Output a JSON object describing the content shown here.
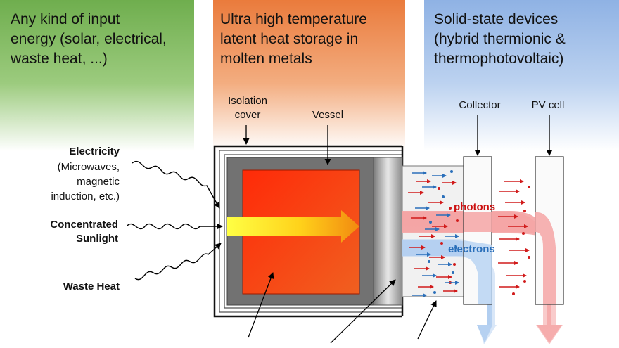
{
  "headers": {
    "input": "Any kind of input\nenergy (solar, electrical,\nwaste heat, ...)",
    "storage": "Ultra high temperature\nlatent heat storage in\nmolten metals",
    "devices": "Solid-state devices\n(hybrid thermionic &\nthermophotovoltaic)"
  },
  "labels": {
    "isolation_cover": "Isolation\ncover",
    "vessel": "Vessel",
    "collector": "Collector",
    "pv_cell": "PV cell",
    "electricity_title": "Electricity",
    "electricity_detail": "(Microwaves,\nmagnetic\ninduction, etc.)",
    "concentrated_sunlight": "Concentrated\nSunlight",
    "waste_heat": "Waste Heat",
    "photons": "photons",
    "electrons": "electrons"
  },
  "colors": {
    "input_panel": "#6fae4e",
    "storage_panel": "#ea7b3c",
    "devices_panel": "#8fb2e4",
    "molten_core": "#f03a10",
    "photons": "#cc1111",
    "electrons": "#2a6fba"
  }
}
